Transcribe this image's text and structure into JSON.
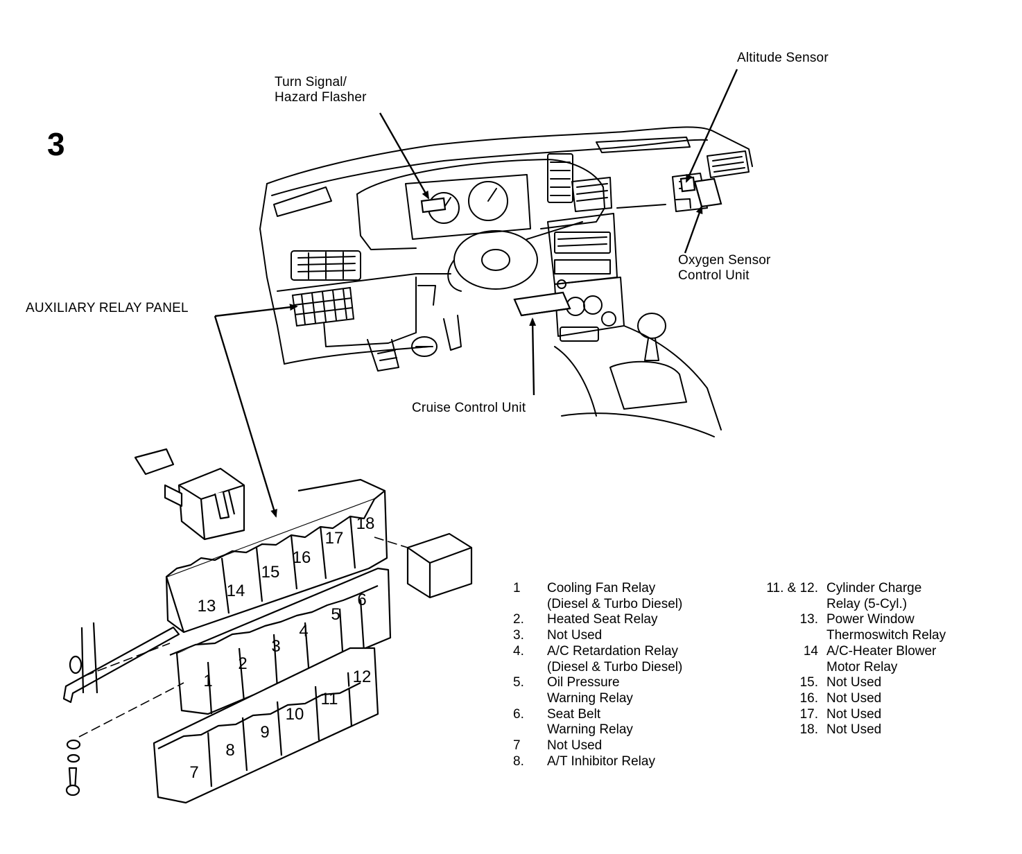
{
  "figure_number": "3",
  "callouts": {
    "turn_signal": [
      "Turn Signal/",
      "Hazard Flasher"
    ],
    "altitude_sensor": [
      "Altitude Sensor"
    ],
    "oxygen_sensor": [
      "Oxygen Sensor",
      "Control Unit"
    ],
    "aux_relay_panel": [
      "AUXILIARY RELAY PANEL"
    ],
    "cruise_control": [
      "Cruise Control Unit"
    ]
  },
  "relay_slots": [
    "1",
    "2",
    "3",
    "4",
    "5",
    "6",
    "7",
    "8",
    "9",
    "10",
    "11",
    "12",
    "13",
    "14",
    "15",
    "16",
    "17",
    "18"
  ],
  "legend_left": [
    {
      "num": "1",
      "lines": [
        "Cooling Fan Relay",
        "(Diesel & Turbo Diesel)"
      ]
    },
    {
      "num": "2.",
      "lines": [
        "Heated Seat Relay"
      ]
    },
    {
      "num": "3.",
      "lines": [
        "Not Used"
      ]
    },
    {
      "num": "4.",
      "lines": [
        "A/C Retardation Relay",
        "(Diesel & Turbo Diesel)"
      ]
    },
    {
      "num": "5.",
      "lines": [
        "Oil Pressure",
        "Warning Relay"
      ]
    },
    {
      "num": "6.",
      "lines": [
        "Seat Belt",
        "Warning Relay"
      ]
    },
    {
      "num": "7",
      "lines": [
        "Not Used"
      ]
    },
    {
      "num": "8.",
      "lines": [
        "A/T Inhibitor Relay"
      ]
    }
  ],
  "legend_right": [
    {
      "num": "11. & 12.",
      "lines": [
        "Cylinder Charge",
        "Relay (5-Cyl.)"
      ]
    },
    {
      "num": "13.",
      "lines": [
        "Power Window",
        "Thermoswitch Relay"
      ]
    },
    {
      "num": "14",
      "lines": [
        "A/C-Heater Blower",
        "Motor Relay"
      ]
    },
    {
      "num": "15.",
      "lines": [
        "Not Used"
      ]
    },
    {
      "num": "16.",
      "lines": [
        "Not Used"
      ]
    },
    {
      "num": "17.",
      "lines": [
        "Not Used"
      ]
    },
    {
      "num": "18.",
      "lines": [
        "Not Used"
      ]
    }
  ]
}
